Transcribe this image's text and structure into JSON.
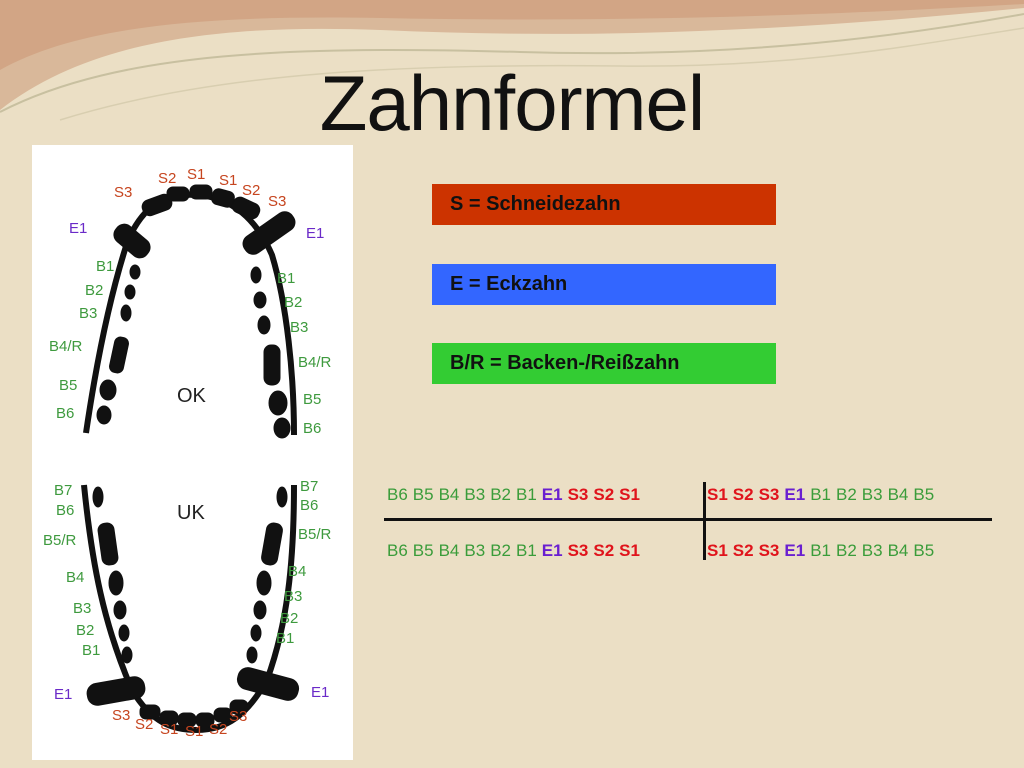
{
  "title": "Zahnformel",
  "legend": [
    {
      "text": "S = Schneidezahn",
      "color": "#cc3300"
    },
    {
      "text": "E = Eckzahn",
      "color": "#3366ff"
    },
    {
      "text": "B/R = Backen-/Reißzahn",
      "color": "#33cc33"
    }
  ],
  "jaw": {
    "upper_label": "OK",
    "lower_label": "UK",
    "upper_left": [
      "S3",
      "S2",
      "E1",
      "B1",
      "B2",
      "B3",
      "B4/R",
      "B5",
      "B6"
    ],
    "upper_right": [
      "S1",
      "S1",
      "S2",
      "S3",
      "E1",
      "B1",
      "B2",
      "B3",
      "B4/R",
      "B5",
      "B6"
    ],
    "lower_left": [
      "B7",
      "B6",
      "B5/R",
      "B4",
      "B3",
      "B2",
      "B1",
      "E1",
      "S3",
      "S2",
      "S1"
    ],
    "lower_right": [
      "B7",
      "B6",
      "B5/R",
      "B4",
      "B3",
      "B2",
      "B1",
      "E1",
      "S3",
      "S1",
      "S2"
    ]
  },
  "formula": {
    "upper_left": [
      "B6",
      "B5",
      "B4",
      "B3",
      "B2",
      "B1",
      "E1",
      "S3",
      "S2",
      "S1"
    ],
    "upper_right": [
      "S1",
      "S2",
      "S3",
      "E1",
      "B1",
      "B2",
      "B3",
      "B4",
      "B5"
    ],
    "lower_left": [
      "B6",
      "B5",
      "B4",
      "B3",
      "B2",
      "B1",
      "E1",
      "S3",
      "S2",
      "S1"
    ],
    "lower_right": [
      "S1",
      "S2",
      "S3",
      "E1",
      "B1",
      "B2",
      "B3",
      "B4",
      "B5"
    ]
  }
}
